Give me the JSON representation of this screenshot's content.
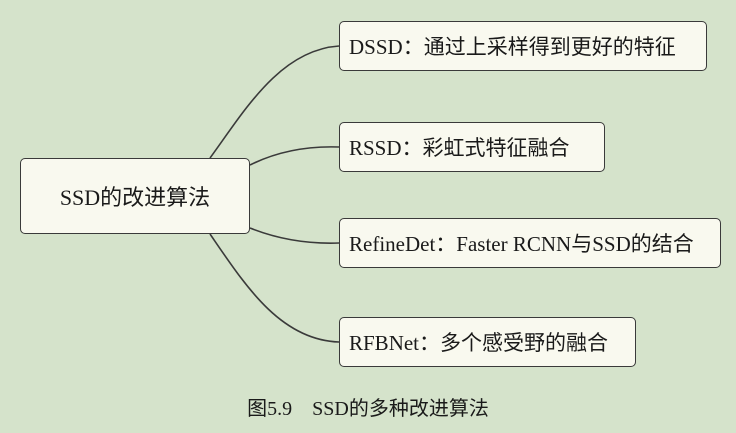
{
  "root": {
    "label": "SSD的改进算法"
  },
  "children": [
    {
      "label": "DSSD：通过上采样得到更好的特征"
    },
    {
      "label": "RSSD：彩虹式特征融合"
    },
    {
      "label": "RefineDet：Faster RCNN与SSD的结合"
    },
    {
      "label": "RFBNet：多个感受野的融合"
    }
  ],
  "caption": "图5.9　SSD的多种改进算法",
  "colors": {
    "background": "#d5e3cb",
    "box_fill": "#f9f9ef",
    "stroke": "#3a3a3a"
  }
}
